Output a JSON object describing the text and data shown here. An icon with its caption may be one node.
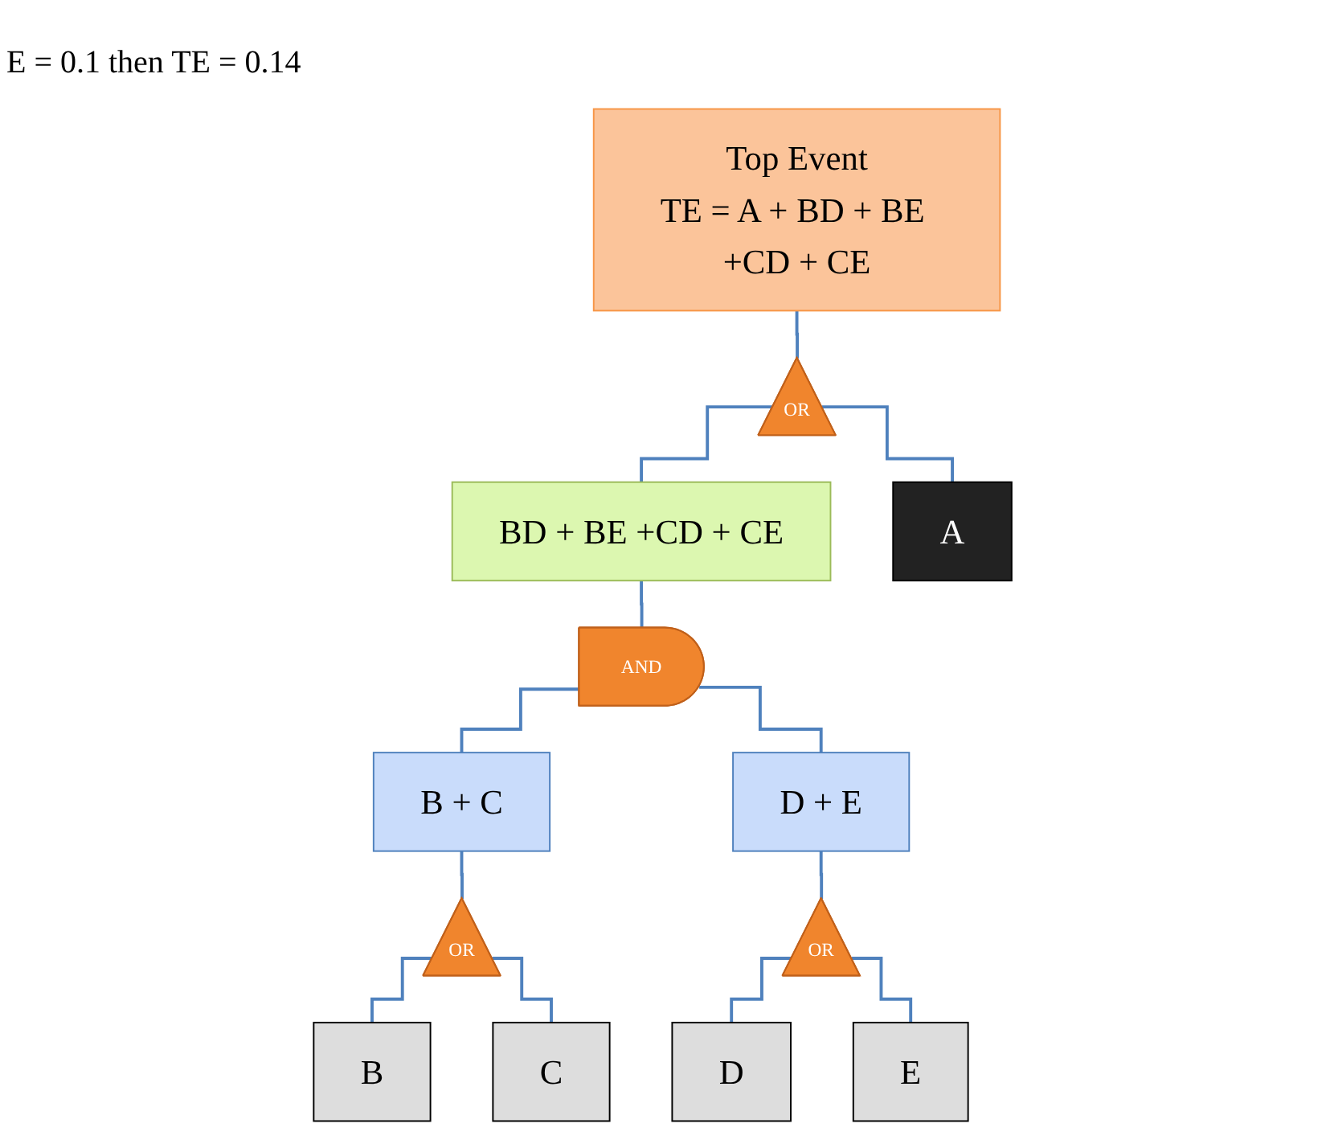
{
  "diagram": {
    "nodes": [
      {
        "text": [
          "Top Event",
          "TE = A + BD + BE +CD + CE"
        ]
      },
      {
        "text": [
          "OR"
        ]
      },
      {
        "text": [
          "BD + BE +CD + CE"
        ]
      },
      {
        "text": [
          "A"
        ]
      },
      {
        "text": [
          "AND"
        ]
      },
      {
        "text": [
          "B + C"
        ]
      },
      {
        "text": [
          "D + E"
        ]
      },
      {
        "text": [
          "OR"
        ]
      },
      {
        "text": [
          "OR"
        ]
      },
      {
        "text": [
          "B"
        ]
      },
      {
        "text": [
          "C"
        ]
      },
      {
        "text": [
          "D"
        ]
      },
      {
        "text": [
          "E"
        ]
      }
    ],
    "edges": [
      {
        "from": 0,
        "to": 1,
        "arrow": "none"
      },
      {
        "from": 1,
        "to": 2,
        "arrow": "none"
      },
      {
        "from": 1,
        "to": 3,
        "arrow": "none"
      },
      {
        "from": 2,
        "to": 4,
        "arrow": "none"
      },
      {
        "from": 4,
        "to": 5,
        "arrow": "none"
      },
      {
        "from": 4,
        "to": 6,
        "arrow": "none"
      },
      {
        "from": 5,
        "to": 7,
        "arrow": "none"
      },
      {
        "from": 6,
        "to": 8,
        "arrow": "none"
      },
      {
        "from": 7,
        "to": 9,
        "arrow": "none"
      },
      {
        "from": 7,
        "to": 10,
        "arrow": "none"
      },
      {
        "from": 8,
        "to": 11,
        "arrow": "none"
      },
      {
        "from": 8,
        "to": 12,
        "arrow": "none"
      }
    ],
    "labels": [
      "E = 0.1 then TE = 0.14"
    ]
  }
}
